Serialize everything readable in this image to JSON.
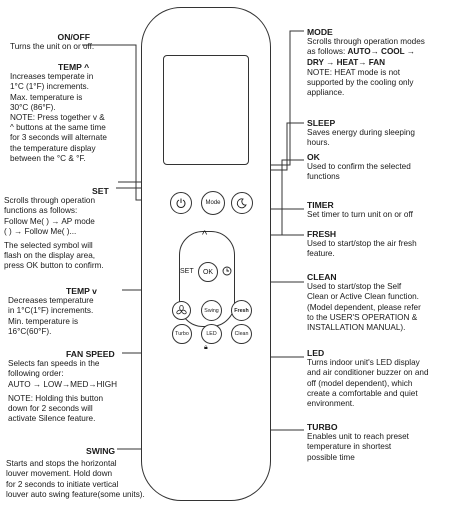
{
  "left": {
    "onoff": {
      "title": "ON/OFF",
      "text": "Turns the unit on or off."
    },
    "temp_up": {
      "title": "TEMP",
      "lines": [
        "Increases temperate in",
        "1°C (1°F) increments.",
        "Max. temperature is",
        "30°C (86°F).",
        "NOTE: Press together",
        "buttons at the same time",
        "for 3 seconds will alternate",
        "the temperature display",
        "between the °C & °F."
      ]
    },
    "set": {
      "title": "SET",
      "lines": [
        "Scrolls through operation",
        "functions as follows:",
        "Follow Me( ) → AP mode",
        "( ) → Follow Me( )...",
        "The selected symbol will",
        "flash on the display area,",
        "press OK button to confirm."
      ]
    },
    "temp_down": {
      "title": "TEMP",
      "lines": [
        "Decreases temperature",
        "in 1°C(1°F) increments.",
        "Min. temperature is",
        "16°C(60°F)."
      ]
    },
    "fan_speed": {
      "title": "FAN SPEED",
      "lines": [
        "Selects fan speeds in the",
        "following order:",
        "AUTO → LOW→MED→HIGH",
        "NOTE: Holding this button",
        "down for 2 seconds will",
        "activate Silence feature."
      ]
    },
    "swing": {
      "title": "SWING",
      "lines": [
        "Starts and stops the horizontal",
        "louver movement. Hold down",
        "for 2 seconds to initiate vertical",
        "louver auto swing feature(some units)."
      ]
    }
  },
  "right": {
    "mode": {
      "title": "MODE",
      "lines": [
        "Scrolls through operation modes",
        "as follows:"
      ],
      "seq1": "AUTO→ COOL →",
      "seq2": "DRY → HEAT→ FAN",
      "note": [
        "NOTE: HEAT mode is not",
        "supported by the cooling only",
        "appliance."
      ]
    },
    "sleep": {
      "title": "SLEEP",
      "lines": [
        "Saves energy during sleeping",
        "hours."
      ]
    },
    "ok": {
      "title": "OK",
      "lines": [
        "Used to confirm the selected",
        "functions"
      ]
    },
    "timer": {
      "title": "TIMER",
      "lines": [
        "Set timer to turn unit on or off"
      ]
    },
    "fresh": {
      "title": "FRESH",
      "lines": [
        "Used to start/stop the air fresh",
        "feature."
      ]
    },
    "clean": {
      "title": "CLEAN",
      "lines": [
        "Used to start/stop the Self",
        "Clean or Active Clean function.",
        "(Model dependent, please refer",
        "to the USER'S OPERATION &",
        "INSTALLATION MANUAL)."
      ]
    },
    "led": {
      "title": "LED",
      "lines": [
        "Turns indoor unit's LED display",
        "and air conditioner buzzer on and",
        "off (model dependent), which",
        "create a comfortable and quiet",
        "environment."
      ]
    },
    "turbo": {
      "title": "TURBO",
      "lines": [
        "Enables unit to reach preset",
        "temperature in shortest",
        "possible time"
      ]
    }
  },
  "remote": {
    "mode_btn": "Mode",
    "set_btn": "SET",
    "ok_btn": "OK",
    "swing_btn": "Swing",
    "fresh_btn": "Fresh",
    "turbo_btn": "Turbo",
    "led_btn": "LED",
    "clean_btn": "Clean"
  },
  "colors": {
    "ink": "#1a1a1a",
    "line": "#333333"
  }
}
